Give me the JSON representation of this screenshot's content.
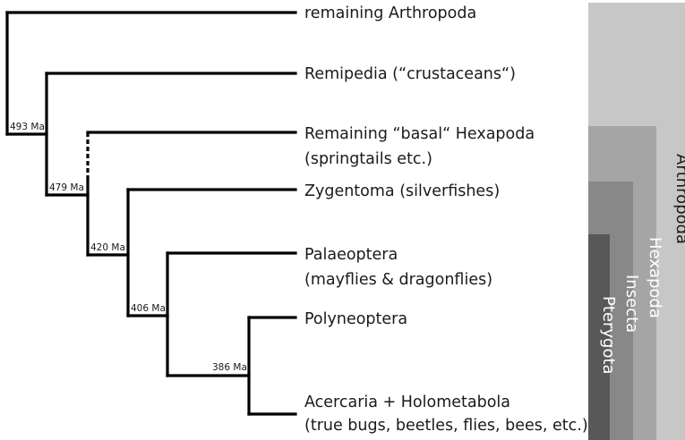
{
  "colors": {
    "highlight": "#e3251b",
    "text": "#1a1a1a",
    "arthropoda_bar": "#c7c7c7",
    "hexapoda_bar": "#a5a5a5",
    "insecta_bar": "#888888",
    "pterygota_bar": "#585858"
  },
  "taxa": [
    {
      "id": "remaining-arthropoda",
      "label": "remaining Arthropoda",
      "sublabel": ""
    },
    {
      "id": "remipedia",
      "label": "Remipedia (“crustaceans“)",
      "sublabel": ""
    },
    {
      "id": "basal-hexapoda",
      "label": "Remaining “basal“ Hexapoda",
      "sublabel": "(springtails etc.)"
    },
    {
      "id": "zygentoma",
      "label": "Zygentoma (silverfishes)",
      "sublabel": ""
    },
    {
      "id": "palaeoptera",
      "label": "Palaeoptera",
      "sublabel": "(mayflies & dragonflies)"
    },
    {
      "id": "polyneoptera",
      "label": "Polyneoptera",
      "sublabel": "",
      "highlight": true
    },
    {
      "id": "acercaria-holometabola",
      "label": "Acercaria + Holometabola",
      "sublabel": "(true bugs, beetles, flies, bees, etc.)"
    }
  ],
  "node_ages": [
    {
      "id": "node-493",
      "label": "493 Ma"
    },
    {
      "id": "node-479",
      "label": "479 Ma"
    },
    {
      "id": "node-420",
      "label": "420 Ma"
    },
    {
      "id": "node-406",
      "label": "406 Ma"
    },
    {
      "id": "node-386",
      "label": "386 Ma"
    }
  ],
  "clades": [
    {
      "id": "arthropoda",
      "label": "Arthropoda"
    },
    {
      "id": "hexapoda",
      "label": "Hexapoda"
    },
    {
      "id": "insecta",
      "label": "Insecta"
    },
    {
      "id": "pterygota",
      "label": "Pterygota"
    }
  ]
}
